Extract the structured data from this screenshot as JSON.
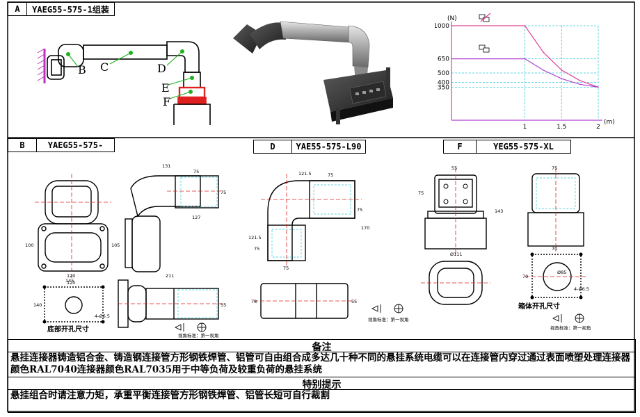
{
  "sections": {
    "A": {
      "letter": "A",
      "title": "YAEG55-575-1组装"
    },
    "B": {
      "letter": "B",
      "title": "YAEG55-575-"
    },
    "D": {
      "letter": "D",
      "title": "YAE55-575-L90"
    },
    "F": {
      "letter": "F",
      "title": "YEG55-575-XL"
    }
  },
  "assembly_labels": [
    "B",
    "C",
    "D",
    "E",
    "F"
  ],
  "chart_data": {
    "type": "line",
    "ylabel": "(N)",
    "xlabel": "(m)",
    "y_ticks": [
      1000,
      650,
      500,
      400,
      350
    ],
    "x_ticks": [
      "1",
      "1.5",
      "2"
    ],
    "xlim": [
      0,
      2
    ],
    "ylim": [
      0,
      1000
    ],
    "grid": false,
    "series": [
      {
        "x": [
          0,
          1,
          1.25,
          1.5,
          1.75,
          2
        ],
        "y": [
          1000,
          1000,
          720,
          530,
          420,
          350
        ],
        "color": "#e0409a"
      },
      {
        "x": [
          0,
          1,
          1.25,
          1.5,
          1.75,
          2
        ],
        "y": [
          650,
          650,
          530,
          440,
          380,
          350
        ],
        "color": "#b040d0"
      }
    ],
    "reference_lines": {
      "y": [
        1000,
        650,
        500,
        400,
        350
      ],
      "x": [
        1,
        1.5,
        2
      ],
      "color": "#30c8d8"
    }
  },
  "dims": {
    "B": [
      "131",
      "75",
      "75",
      "127",
      "100",
      "105",
      "120",
      "145",
      "211",
      "55",
      "140",
      "120",
      "4-Ø6.5"
    ],
    "D": [
      "121.5",
      "75",
      "75",
      "170",
      "121.5",
      "75",
      "75",
      "78",
      "55"
    ],
    "F": [
      "55",
      "75",
      "143",
      "75",
      "Ø111",
      "70",
      "70",
      "Ø85",
      "4-Ø6.5"
    ]
  },
  "captions": {
    "bottom_hole": "底部开孔尺寸",
    "box_hole": "箱体开孔尺寸",
    "view_mark": "视角标准：第一视角"
  },
  "notes": {
    "heading1": "备注",
    "text1": "悬挂连接器铸造铝合金、铸造钢连接管方形钢铁焊管、铝管可自由组合成多达几十种不同的悬挂系统电缆可以在连接管内穿过通过表面喷塑处理连接器颜色RAL7040连接器颜色RAL7035用于中等负荷及较重负荷的悬挂系统",
    "heading2": "特别提示",
    "text2": "悬挂组合时请注意力矩，承重平衡连接管方形钢铁焊管、铝管长短可自行裁割"
  },
  "colors": {
    "pink": "#e0409a",
    "purple": "#b040d0",
    "cyan": "#30c8d8",
    "red": "#e02020",
    "green": "#20b020",
    "magenta": "#c030c0"
  }
}
